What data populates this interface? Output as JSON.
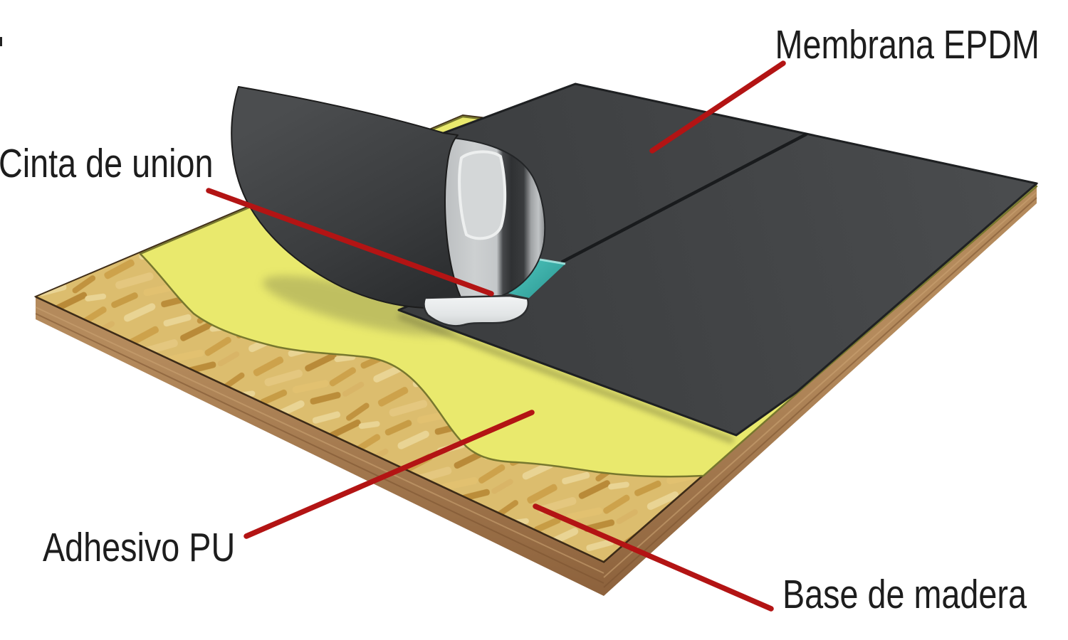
{
  "diagram": {
    "subject": "EPDM membrane roof build-up",
    "labels": {
      "membrana_epdm": {
        "text": "Membrana EPDM"
      },
      "cinta_de_union": {
        "text": "Cinta de union"
      },
      "adhesivo_pu": {
        "text": "Adhesivo PU"
      },
      "base_de_madera": {
        "text": "Base de madera"
      }
    },
    "colors": {
      "background": "#ffffff",
      "membrane": "#424446",
      "membrane_flap": "#3a3c3e",
      "seam_tape": "#45c0b8",
      "release_liner": "#e9ebec",
      "adhesive": "#e9e96d",
      "osb_base": "#dcbd6e",
      "wood_edge": "#a87c52",
      "leader_line": "#b31414",
      "label_text": "#1d1d1d"
    }
  }
}
